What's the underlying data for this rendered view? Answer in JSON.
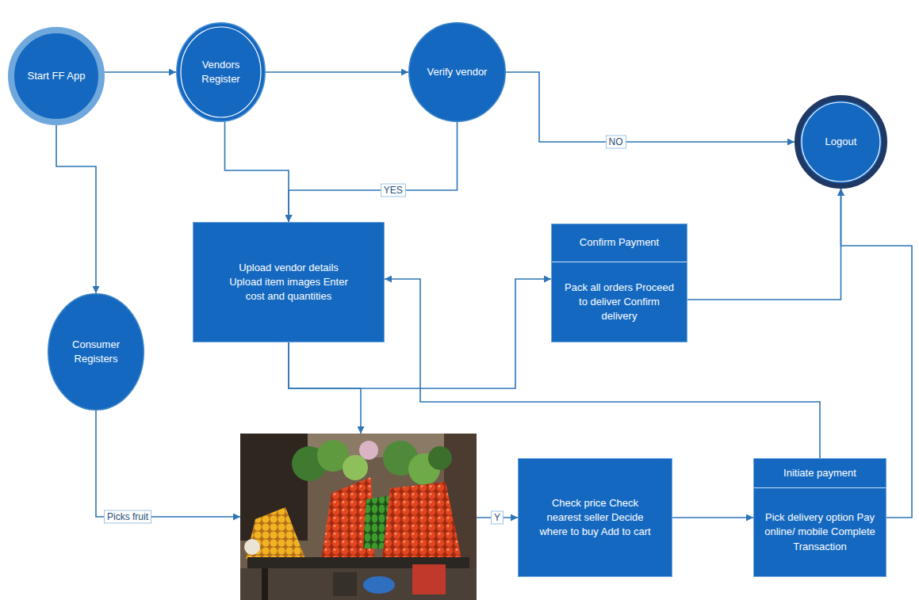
{
  "diagram": {
    "nodes": [
      {
        "text": [
          "Start FF App"
        ]
      },
      {
        "text": [
          "Vendors Register"
        ]
      },
      {
        "text": [
          "Verify vendor"
        ]
      },
      {
        "text": [
          "Logout"
        ]
      },
      {
        "text": [
          "Upload vendor details Upload item images Enter cost and quantities"
        ]
      },
      {
        "text": [
          "Confirm Payment",
          "Pack all orders Proceed to deliver Confirm delivery"
        ]
      },
      {
        "text": [
          "Consumer Registers"
        ]
      },
      {
        "text": []
      },
      {
        "text": [
          "Check price Check nearest seller Decide where to buy Add to cart"
        ]
      },
      {
        "text": [
          "Initiate payment",
          "Pick delivery option Pay online/ mobile Complete Transaction"
        ]
      }
    ],
    "edges": [
      {
        "from": 0,
        "to": 1,
        "arrow": "to"
      },
      {
        "from": 1,
        "to": 2,
        "arrow": "to"
      },
      {
        "from": 2,
        "to": 3,
        "label": "NO",
        "arrow": "to"
      },
      {
        "from": 2,
        "to": 4,
        "label": "YES",
        "arrow": "to"
      },
      {
        "from": 1,
        "to": 4,
        "arrow": "to"
      },
      {
        "from": 0,
        "to": 6,
        "arrow": "to"
      },
      {
        "from": 6,
        "to": 7,
        "label": "Picks fruit",
        "arrow": "to"
      },
      {
        "from": 4,
        "to": 7,
        "arrow": "to"
      },
      {
        "from": 4,
        "to": 5,
        "arrow": "to"
      },
      {
        "from": 5,
        "to": 3,
        "arrow": "to"
      },
      {
        "from": 7,
        "to": 8,
        "label": "Y",
        "arrow": "to"
      },
      {
        "from": 8,
        "to": 9,
        "arrow": "to"
      },
      {
        "from": 9,
        "to": 4,
        "arrow": "to"
      },
      {
        "from": 9,
        "to": 3,
        "arrow": "to"
      }
    ]
  }
}
